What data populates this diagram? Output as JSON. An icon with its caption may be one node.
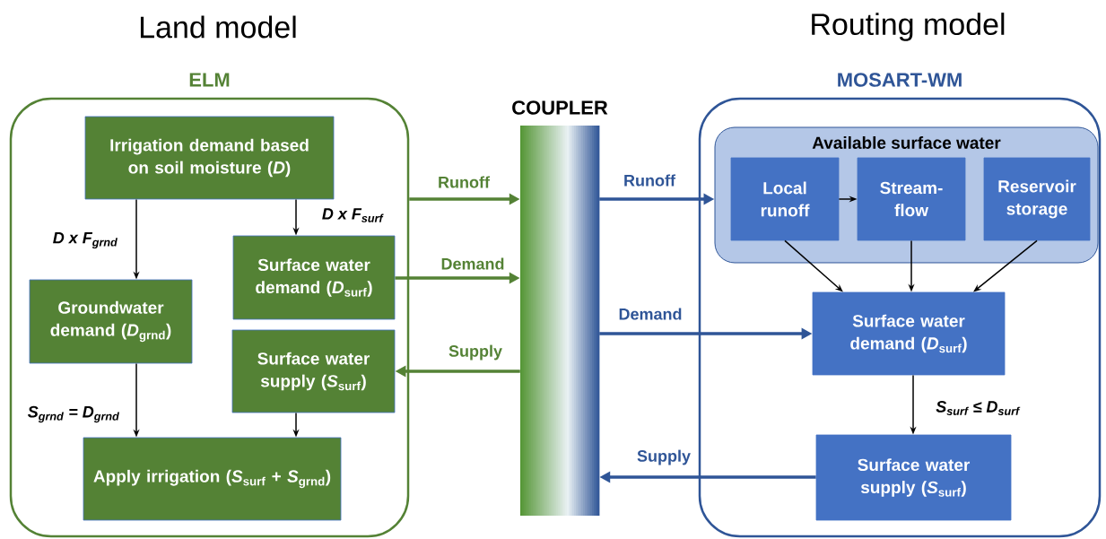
{
  "diagram": {
    "nodes": [
      {
        "text": [
          "ELM"
        ]
      },
      {
        "text": [
          "Irrigation demand based on soil moisture (*D*)"
        ],
        "in": 0
      },
      {
        "text": [
          "Groundwater demand (*D*$_{grnd}$)"
        ],
        "in": 0
      },
      {
        "text": [
          "Surface water demand (*D*$_{surf}$)"
        ],
        "in": 0
      },
      {
        "text": [
          "Surface water supply (*S*$_{surf}$)"
        ],
        "in": 0
      },
      {
        "text": [
          "Apply irrigation (*S*$_{surf}$ + *S*$_{grnd}$)"
        ],
        "in": 0
      },
      {
        "text": [
          "COUPLER"
        ]
      },
      {
        "text": [
          "MOSART-WM"
        ]
      },
      {
        "text": [
          "Available surface water"
        ],
        "in": 7
      },
      {
        "text": [
          "Local runoff"
        ],
        "in": 8
      },
      {
        "text": [
          "Stream-flow"
        ],
        "in": 8
      },
      {
        "text": [
          "Reservoir storage"
        ],
        "in": 8
      },
      {
        "text": [
          "Surface water demand (*D*$_{surf}$)"
        ],
        "in": 7
      },
      {
        "text": [
          "Surface water supply (*S*$_{surf}$)"
        ],
        "in": 7
      }
    ],
    "edges": [
      {
        "from": 1,
        "to": 2,
        "arrow": "to",
        "label": "D x F$_{grnd}$"
      },
      {
        "from": 1,
        "to": 3,
        "arrow": "to",
        "label": "D x F$_{surf}$"
      },
      {
        "from": 2,
        "to": 5,
        "arrow": "to",
        "label": "S$_{grnd}$ = D$_{grnd}$"
      },
      {
        "from": 4,
        "to": 5,
        "arrow": "to"
      },
      {
        "from": 0,
        "to": 6,
        "arrow": "to",
        "label": "Runoff",
        "style": "thick",
        "color": "#548235"
      },
      {
        "from": 3,
        "to": 6,
        "arrow": "to",
        "label": "Demand",
        "style": "thick",
        "color": "#548235"
      },
      {
        "from": 6,
        "to": 4,
        "arrow": "to",
        "label": "Supply",
        "style": "thick",
        "color": "#548235"
      },
      {
        "from": 6,
        "to": 8,
        "arrow": "to",
        "label": "Runoff",
        "style": "thick",
        "color": "#2f5597"
      },
      {
        "from": 6,
        "to": 12,
        "arrow": "to",
        "label": "Demand",
        "style": "thick",
        "color": "#2f5597"
      },
      {
        "from": 13,
        "to": 6,
        "arrow": "to",
        "label": "Supply",
        "style": "thick",
        "color": "#2f5597"
      },
      {
        "from": 9,
        "to": 10,
        "arrow": "to"
      },
      {
        "from": 9,
        "to": 12,
        "arrow": "to"
      },
      {
        "from": 10,
        "to": 12,
        "arrow": "to"
      },
      {
        "from": 11,
        "to": 12,
        "arrow": "to"
      },
      {
        "from": 12,
        "to": 13,
        "arrow": "to",
        "label": "S$_{surf}$ ≤ D$_{surf}$"
      }
    ],
    "labels": [
      "Land model",
      "Routing model"
    ]
  }
}
